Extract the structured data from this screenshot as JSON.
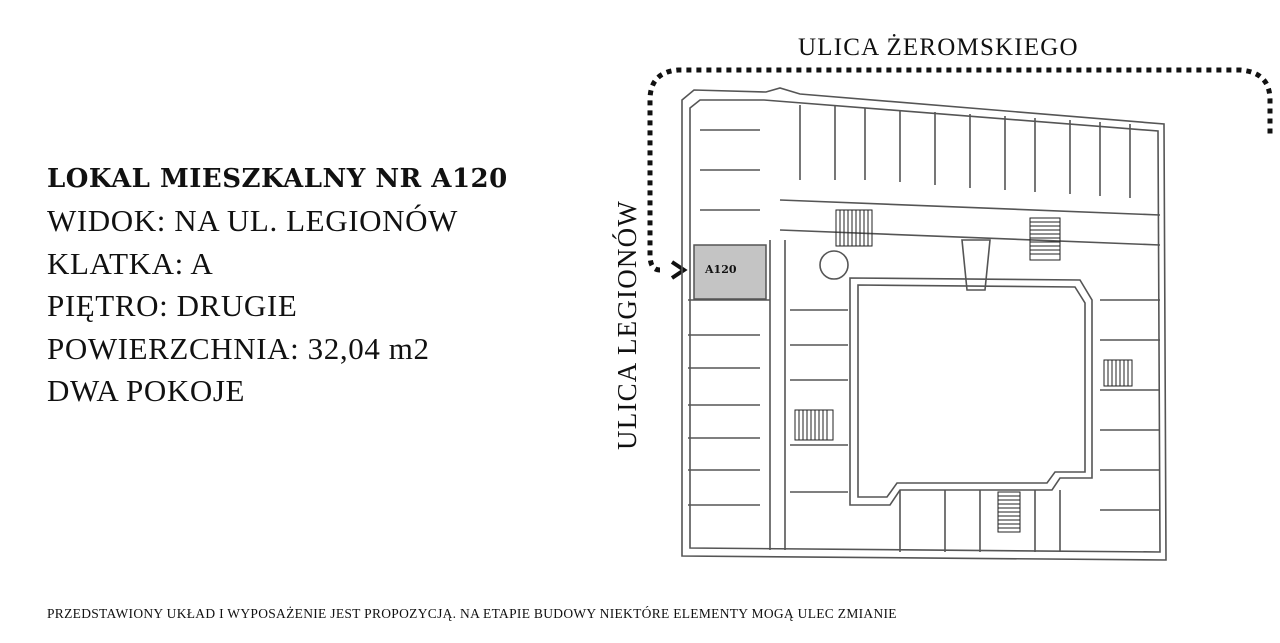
{
  "listing": {
    "title": "LOKAL MIESZKALNY NR  A120",
    "view": "WIDOK: NA UL. LEGIONÓW",
    "stairwell": "KLATKA: A",
    "floor": "PIĘTRO: DRUGIE",
    "area": "POWIERZCHNIA: 32,04 m2",
    "rooms": "DWA POKOJE"
  },
  "floor_plan": {
    "street_top": "ULICA ŻEROMSKIEGO",
    "street_left": "ULICA LEGIONÓW",
    "highlighted_unit": "A120",
    "highlight_color": "#c4c4c4",
    "wall_color": "#555555"
  },
  "footer": {
    "disclaimer": "PRZEDSTAWIONY UKŁAD I WYPOSAŻENIE JEST PROPOZYCJĄ. NA ETAPIE BUDOWY NIEKTÓRE ELEMENTY MOGĄ ULEC ZMIANIE"
  }
}
